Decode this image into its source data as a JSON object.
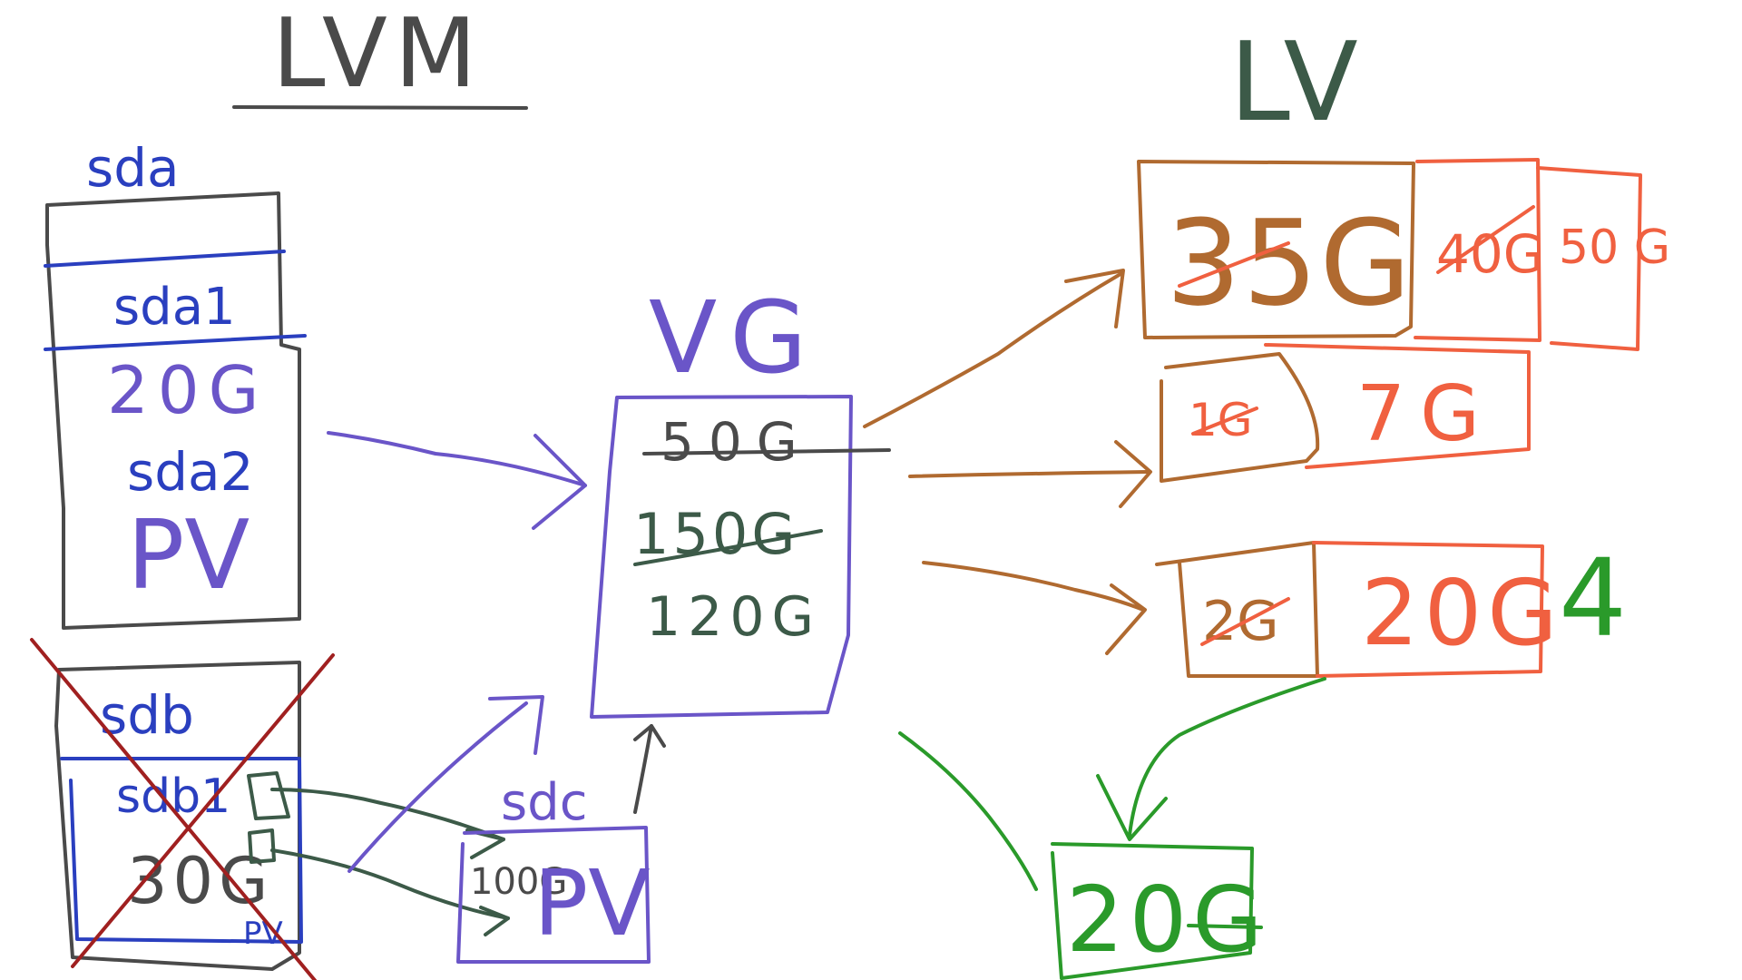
{
  "title": "LVM",
  "lv_heading": "LV",
  "vg_heading": "VG",
  "disks": {
    "sda": {
      "label": "sda",
      "part1": "sda1",
      "size": "20G",
      "part2": "sda2",
      "type": "PV"
    },
    "sdb": {
      "label": "sdb",
      "part1": "sdb1",
      "size": "30G",
      "type": "PV"
    },
    "sdc": {
      "label": "sdc",
      "size": "100G",
      "type": "PV"
    }
  },
  "vg": {
    "sizes": [
      "50G",
      "150G",
      "120G"
    ]
  },
  "lv": {
    "row1": [
      "35G",
      "40G",
      "50 G"
    ],
    "row2": [
      "1G",
      "7G"
    ],
    "row3": [
      "2G",
      "20G"
    ],
    "row3_marker": "4",
    "new_volume": "20G"
  },
  "colors": {
    "pen_gray": "#4a4a4a",
    "pen_darkgreen": "#3c5a48",
    "pen_blue": "#2a3fbf",
    "pen_purple": "#6a55c8",
    "pen_brown": "#b06a30",
    "pen_orange": "#f06040",
    "pen_red_cross": "#a02020",
    "pen_green": "#2a9a2a"
  }
}
